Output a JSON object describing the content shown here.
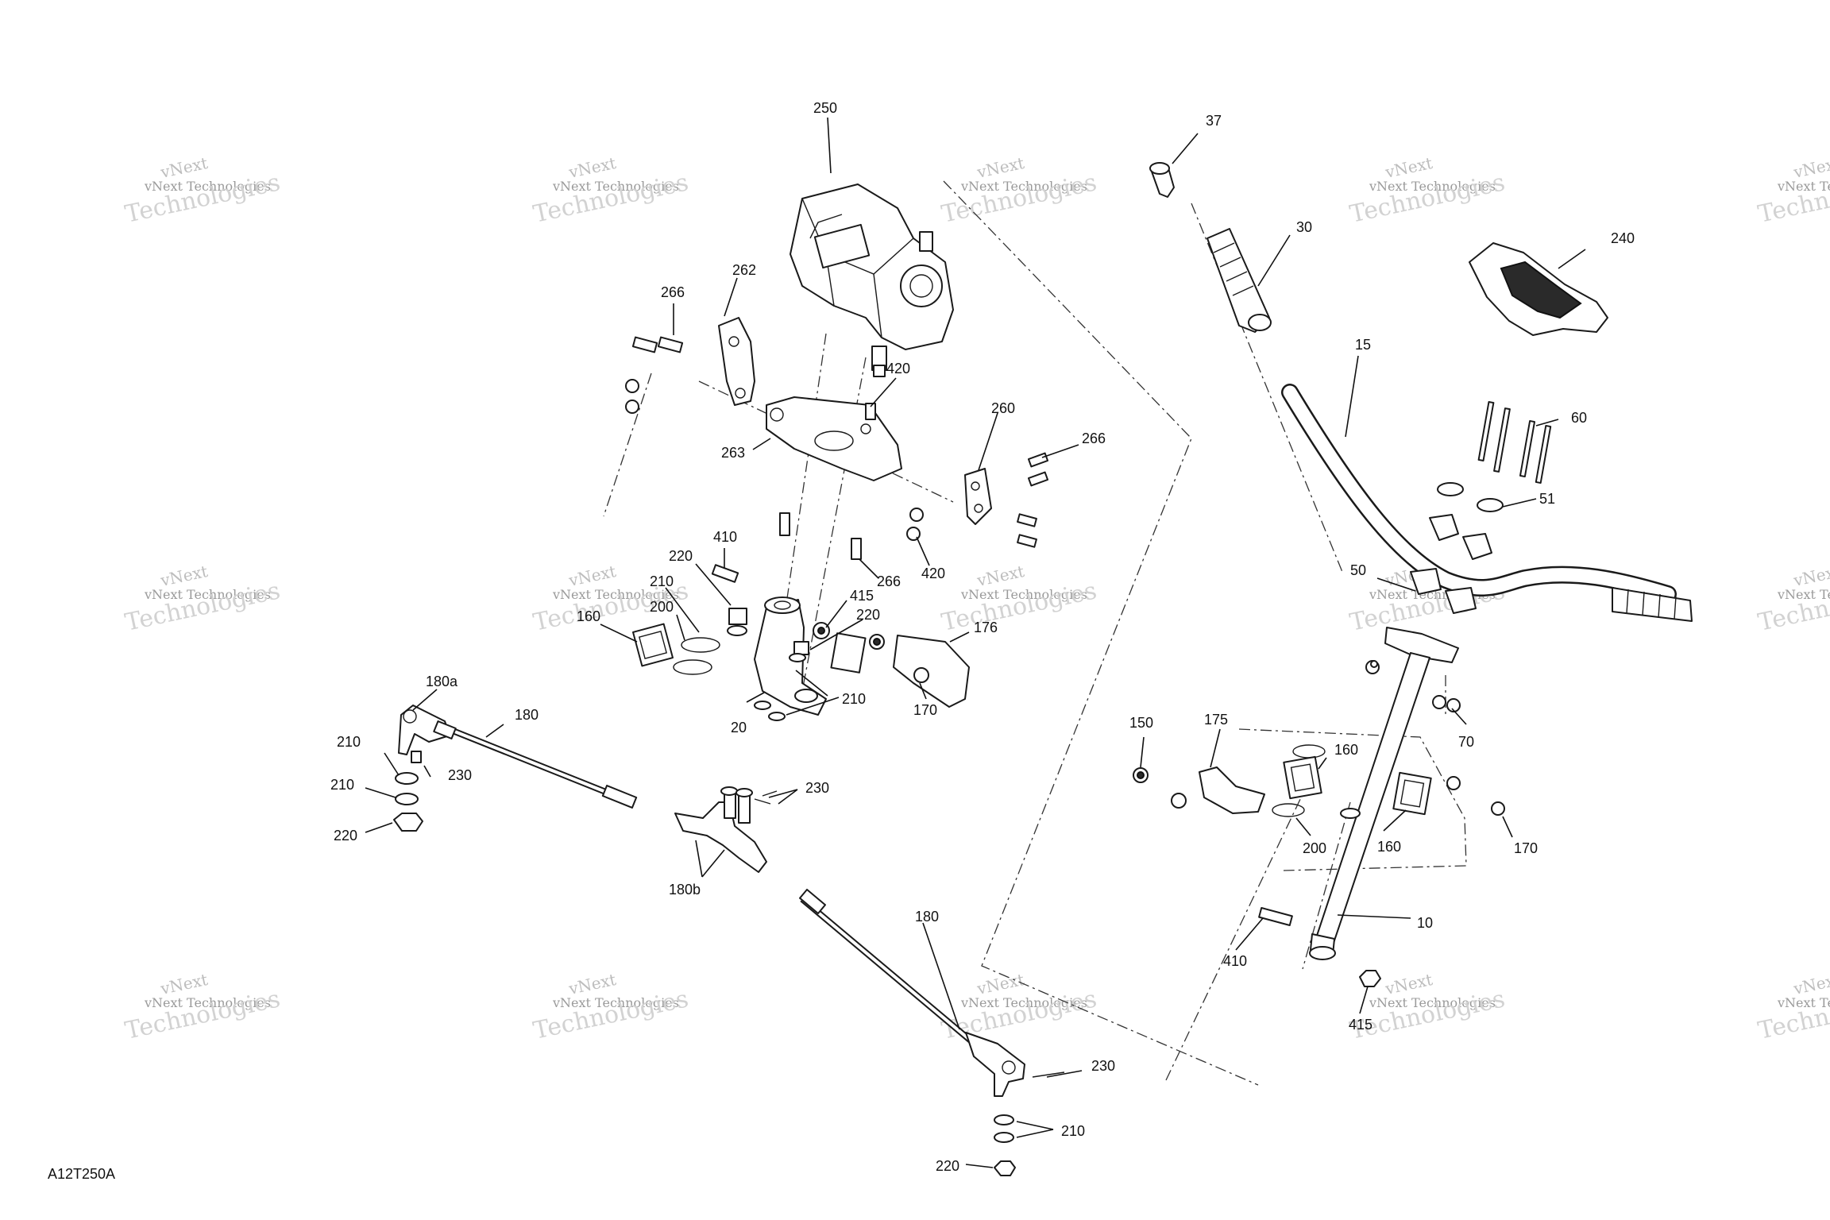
{
  "diagram": {
    "code": "A12T250A",
    "watermark": {
      "line1": "vNext",
      "line2": "vNext Technologies",
      "line3": "Technologies"
    },
    "callouts": [
      {
        "id": "c250",
        "text": "250"
      },
      {
        "id": "c262",
        "text": "262"
      },
      {
        "id": "c266a",
        "text": "266"
      },
      {
        "id": "c420a",
        "text": "420"
      },
      {
        "id": "c260",
        "text": "260"
      },
      {
        "id": "c266b",
        "text": "266"
      },
      {
        "id": "c263",
        "text": "263"
      },
      {
        "id": "c420b",
        "text": "420"
      },
      {
        "id": "c266c",
        "text": "266"
      },
      {
        "id": "c410a",
        "text": "410"
      },
      {
        "id": "c220a",
        "text": "220"
      },
      {
        "id": "c210a",
        "text": "210"
      },
      {
        "id": "c200a",
        "text": "200"
      },
      {
        "id": "c160a",
        "text": "160"
      },
      {
        "id": "c415a",
        "text": "415"
      },
      {
        "id": "c220b",
        "text": "220"
      },
      {
        "id": "c176",
        "text": "176"
      },
      {
        "id": "c210b",
        "text": "210"
      },
      {
        "id": "c170a",
        "text": "170"
      },
      {
        "id": "c20",
        "text": "20"
      },
      {
        "id": "c180a",
        "text": "180a"
      },
      {
        "id": "c180t",
        "text": "180"
      },
      {
        "id": "c210c",
        "text": "210"
      },
      {
        "id": "c230a",
        "text": "230"
      },
      {
        "id": "c210d",
        "text": "210"
      },
      {
        "id": "c220c",
        "text": "220"
      },
      {
        "id": "c230b",
        "text": "230"
      },
      {
        "id": "c180b",
        "text": "180b"
      },
      {
        "id": "c180u",
        "text": "180"
      },
      {
        "id": "c230c",
        "text": "230"
      },
      {
        "id": "c210e",
        "text": "210"
      },
      {
        "id": "c220d",
        "text": "220"
      },
      {
        "id": "c37",
        "text": "37"
      },
      {
        "id": "c30",
        "text": "30"
      },
      {
        "id": "c240",
        "text": "240"
      },
      {
        "id": "c15",
        "text": "15"
      },
      {
        "id": "c60",
        "text": "60"
      },
      {
        "id": "c51",
        "text": "51"
      },
      {
        "id": "c50",
        "text": "50"
      },
      {
        "id": "c70",
        "text": "70"
      },
      {
        "id": "c150",
        "text": "150"
      },
      {
        "id": "c175",
        "text": "175"
      },
      {
        "id": "c160b",
        "text": "160"
      },
      {
        "id": "c160c",
        "text": "160"
      },
      {
        "id": "c200b",
        "text": "200"
      },
      {
        "id": "c170b",
        "text": "170"
      },
      {
        "id": "c10",
        "text": "10"
      },
      {
        "id": "c410b",
        "text": "410"
      },
      {
        "id": "c415b",
        "text": "415"
      }
    ]
  }
}
